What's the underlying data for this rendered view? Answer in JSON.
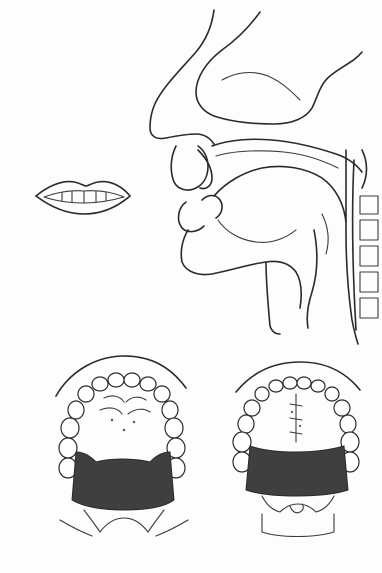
{
  "figure": {
    "background": "#fdfdfd",
    "line_color": "#2a2a2a",
    "shade_color": "#3f3f3f",
    "panels": [
      {
        "id": "lips-front-view",
        "kind": "drawing"
      },
      {
        "id": "head-sagittal-section",
        "kind": "drawing"
      },
      {
        "id": "palate-contact-left",
        "kind": "drawing",
        "contact": "lateral-and-posterior"
      },
      {
        "id": "palate-contact-right",
        "kind": "drawing",
        "contact": "lateral-and-posterior"
      }
    ]
  }
}
